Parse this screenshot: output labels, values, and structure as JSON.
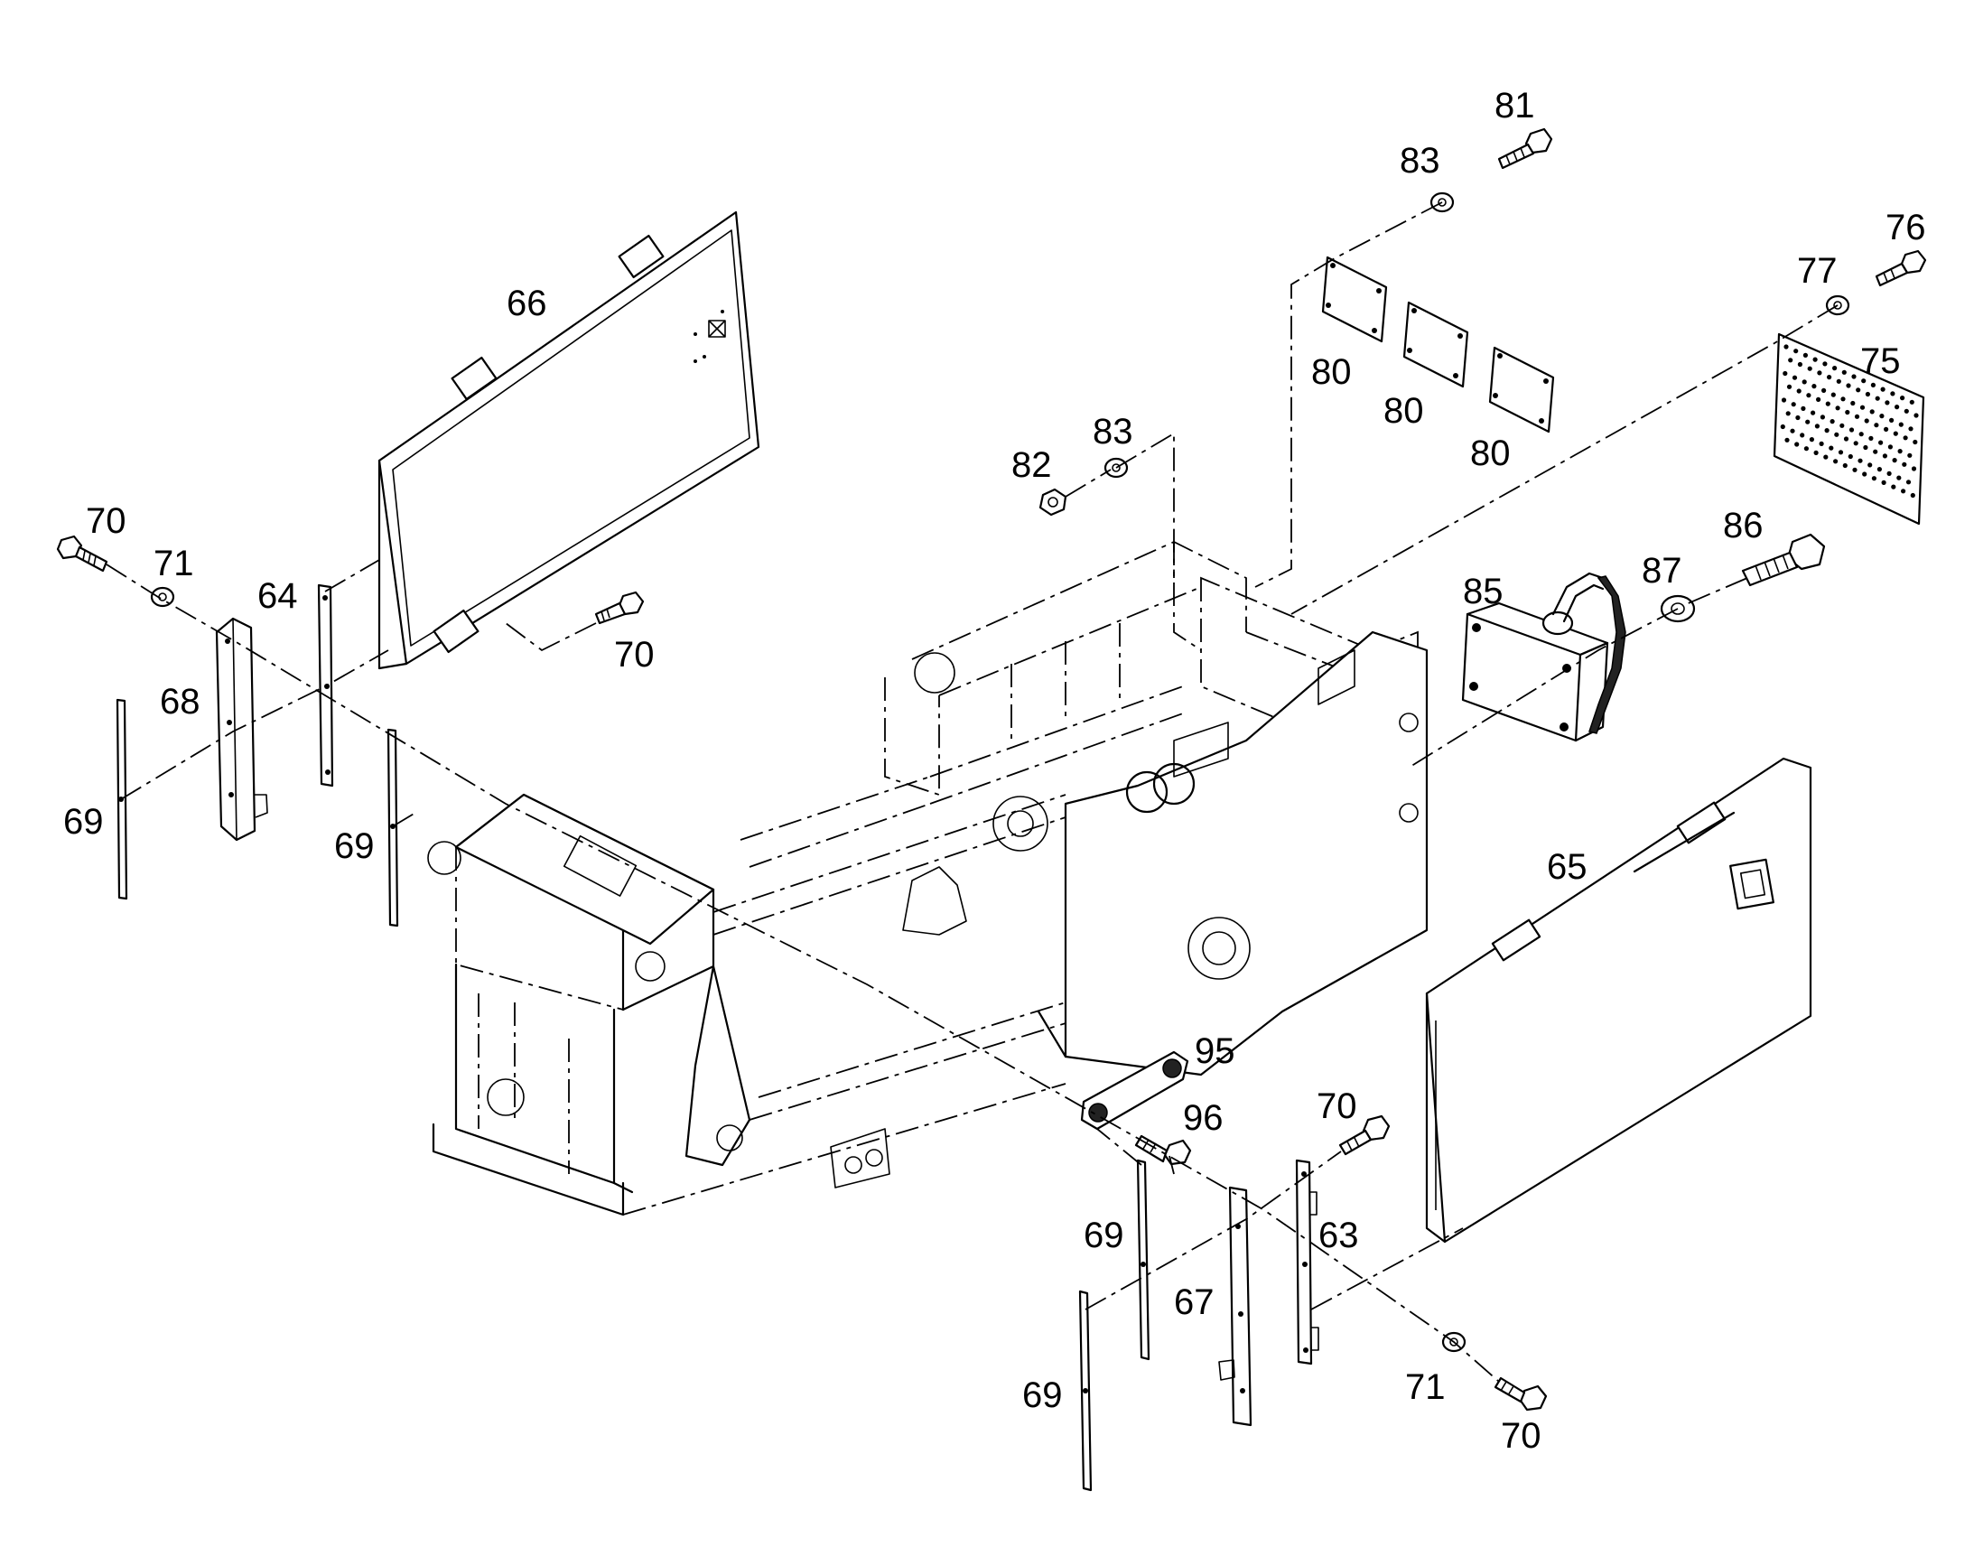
{
  "colors": {
    "ink": "#000000",
    "paper": "#ffffff"
  },
  "callouts": {
    "c81": "81",
    "c83a": "83",
    "c76": "76",
    "c77": "77",
    "c75": "75",
    "c80a": "80",
    "c80b": "80",
    "c80c": "80",
    "c66": "66",
    "c83b": "83",
    "c82": "82",
    "c70a": "70",
    "c71a": "71",
    "c64": "64",
    "c70b": "70",
    "c85": "85",
    "c87": "87",
    "c86": "86",
    "c68": "68",
    "c69a": "69",
    "c69b": "69",
    "c65": "65",
    "c95": "95",
    "c96": "96",
    "c70c": "70",
    "c69c": "69",
    "c63": "63",
    "c67": "67",
    "c69d": "69",
    "c71b": "71",
    "c70d": "70"
  }
}
